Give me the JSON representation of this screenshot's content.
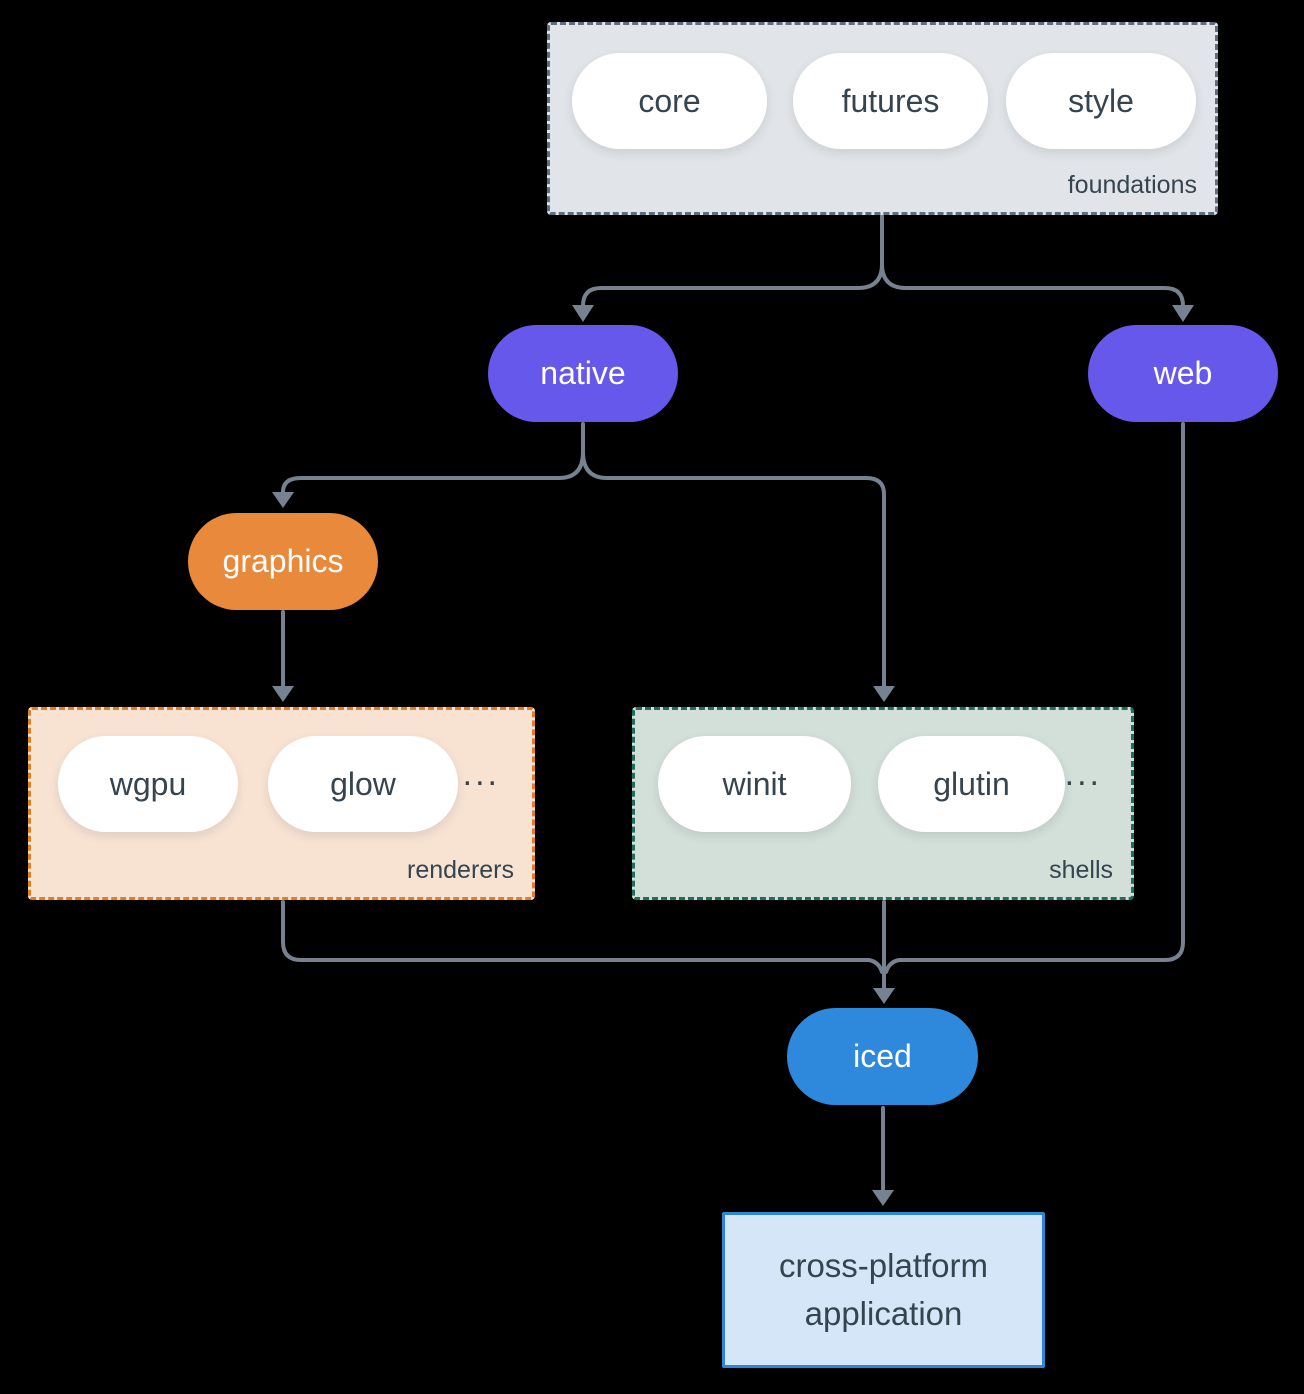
{
  "colors": {
    "bg": "#000000",
    "arrow": "#76828f",
    "slate_text": "#35444f",
    "purple": "#6658ea",
    "orange": "#e8893c",
    "blue": "#2e89dc",
    "foundations_fill": "#e1e5e9",
    "foundations_border": "#5f6e7e",
    "renderers_fill": "#f8e3d3",
    "renderers_border": "#e07f28",
    "shells_fill": "#d3dfd9",
    "shells_border": "#1f6f60",
    "app_fill": "#d4e6f8",
    "app_border": "#2e86d8",
    "pill_fill": "#ffffff"
  },
  "diagram": {
    "foundations": {
      "label": "foundations",
      "pills": [
        "core",
        "futures",
        "style"
      ]
    },
    "native": {
      "label": "native"
    },
    "web": {
      "label": "web"
    },
    "graphics": {
      "label": "graphics"
    },
    "renderers": {
      "label": "renderers",
      "pills": [
        "wgpu",
        "glow"
      ],
      "ellipsis": "..."
    },
    "shells": {
      "label": "shells",
      "pills": [
        "winit",
        "glutin"
      ],
      "ellipsis": "..."
    },
    "iced": {
      "label": "iced"
    },
    "application": {
      "label": "cross-platform application"
    }
  }
}
